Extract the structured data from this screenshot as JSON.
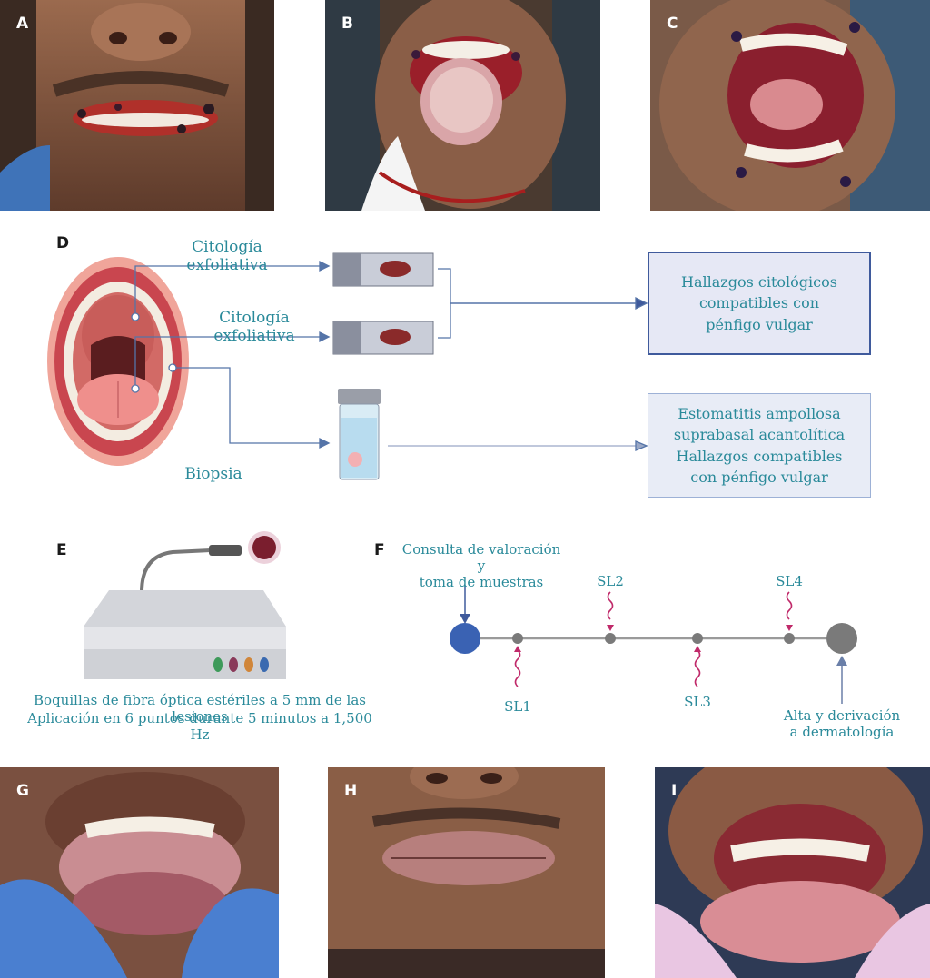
{
  "panels": {
    "a": {
      "label": "A"
    },
    "b": {
      "label": "B"
    },
    "c": {
      "label": "C"
    },
    "d": {
      "label": "D"
    },
    "e": {
      "label": "E"
    },
    "f": {
      "label": "F"
    },
    "g": {
      "label": "G"
    },
    "h": {
      "label": "H"
    },
    "i": {
      "label": "I"
    }
  },
  "panel_d": {
    "cytology_label_1": "Citología exfoliativa",
    "cytology_label_2": "Citología exfoliativa",
    "biopsy_label": "Biopsia",
    "cytology_result": [
      "Hallazgos citológicos",
      "compatibles con",
      "pénfigo vulgar"
    ],
    "biopsy_result": [
      "Estomatitis ampollosa",
      "suprabasal acantolítica",
      "Hallazgos compatibles",
      "con pénfigo vulgar"
    ]
  },
  "panel_e": {
    "caption_line1": "Boquillas de fibra óptica estériles a 5 mm de las lesiones",
    "caption_line2": "Aplicación en 6 puntos durante 5 minutos a 1,500 Hz"
  },
  "panel_f": {
    "start_label": [
      "Consulta de valoración y",
      "toma de muestras"
    ],
    "end_label": [
      "Alta y derivación",
      "a dermatología"
    ],
    "sessions": [
      "SL1",
      "SL2",
      "SL3",
      "SL4"
    ]
  },
  "colors": {
    "teal_text": "#2a8a9a",
    "navy_border": "#3f5a9c",
    "box_fill": "#e6e8f5",
    "timeline_start": "#3a62b3",
    "timeline_node": "#7a7a7a",
    "laser_wave": "#c02a6a"
  }
}
